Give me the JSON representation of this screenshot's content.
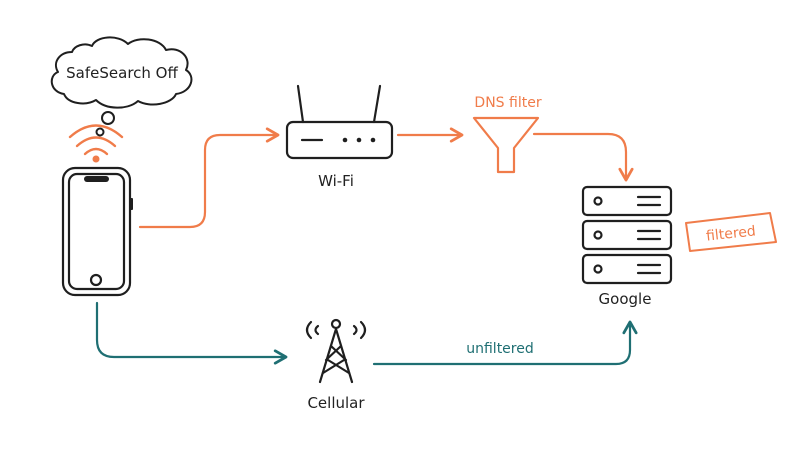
{
  "labels": {
    "thought": "SafeSearch Off",
    "wifi": "Wi-Fi",
    "dns": "DNS filter",
    "filtered": "filtered",
    "google": "Google",
    "cellular": "Cellular",
    "unfiltered": "unfiltered"
  },
  "colors": {
    "ink": "#1f1f1f",
    "filtered_path": "#f07c4a",
    "unfiltered_path": "#1f6f73"
  },
  "icons": {
    "phone": "smartphone-icon",
    "wifi_signal": "wifi-signal-icon",
    "router": "router-icon",
    "funnel": "funnel-icon",
    "server": "server-stack-icon",
    "tower": "cell-tower-icon"
  }
}
